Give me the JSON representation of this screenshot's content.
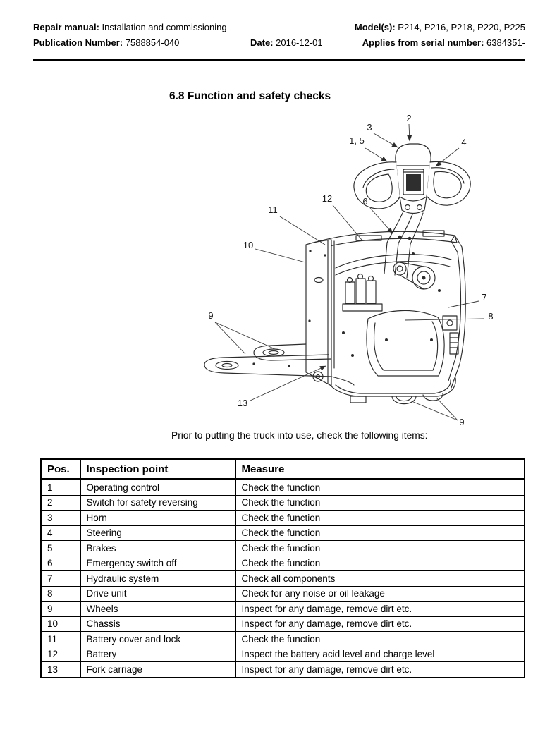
{
  "page": {
    "header": {
      "repair_manual_label": "Repair manual:",
      "repair_manual_value": "Installation and commissioning",
      "models_label": "Model(s):",
      "models_value": "P214, P216, P218, P220, P225",
      "publication_label": "Publication Number:",
      "publication_value": "7588854-040",
      "date_label": "Date:",
      "date_value": "2016-12-01",
      "serial_label": "Applies from serial number:",
      "serial_value": "6384351-"
    },
    "section_title": "6.8 Function and safety checks",
    "figure": {
      "subject": "powered-pallet-truck-line-drawing",
      "callouts": [
        "2",
        "3",
        "1, 5",
        "4",
        "12",
        "6",
        "11",
        "10",
        "9",
        "7",
        "8",
        "13",
        "9"
      ]
    },
    "caption": "Prior to putting the truck into use, check the following items:",
    "table": {
      "headers": [
        "Pos.",
        "Inspection point",
        "Measure"
      ],
      "rows": [
        [
          "1",
          "Operating control",
          "Check the function"
        ],
        [
          "2",
          "Switch for safety reversing",
          "Check the function"
        ],
        [
          "3",
          "Horn",
          "Check the function"
        ],
        [
          "4",
          "Steering",
          "Check the function"
        ],
        [
          "5",
          "Brakes",
          "Check the function"
        ],
        [
          "6",
          "Emergency switch off",
          "Check the function"
        ],
        [
          "7",
          "Hydraulic system",
          "Check all components"
        ],
        [
          "8",
          "Drive unit",
          "Check for any noise or oil leakage"
        ],
        [
          "9",
          "Wheels",
          "Inspect for any damage, remove dirt etc."
        ],
        [
          "10",
          "Chassis",
          "Inspect for any damage, remove dirt etc."
        ],
        [
          "11",
          "Battery cover and lock",
          "Check the function"
        ],
        [
          "12",
          "Battery",
          "Inspect the battery acid level and charge level"
        ],
        [
          "13",
          "Fork carriage",
          "Inspect for any damage, remove dirt etc."
        ]
      ]
    }
  }
}
